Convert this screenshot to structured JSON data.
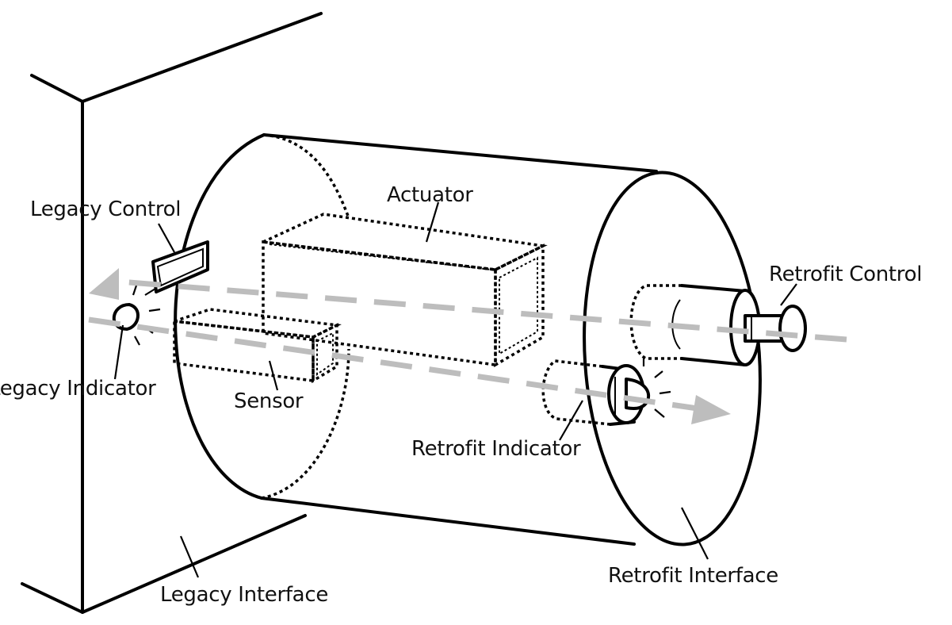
{
  "labels": {
    "actuator": "Actuator",
    "legacy_control": "Legacy Control",
    "legacy_indicator": "Legacy Indicator",
    "sensor": "Sensor",
    "retrofit_control": "Retrofit Control",
    "retrofit_indicator": "Retrofit Indicator",
    "retrofit_interface": "Retrofit Interface",
    "legacy_interface": "Legacy Interface"
  },
  "colors": {
    "line": "#000000",
    "flow_arrow": "#bdbdbd",
    "background": "#ffffff"
  }
}
